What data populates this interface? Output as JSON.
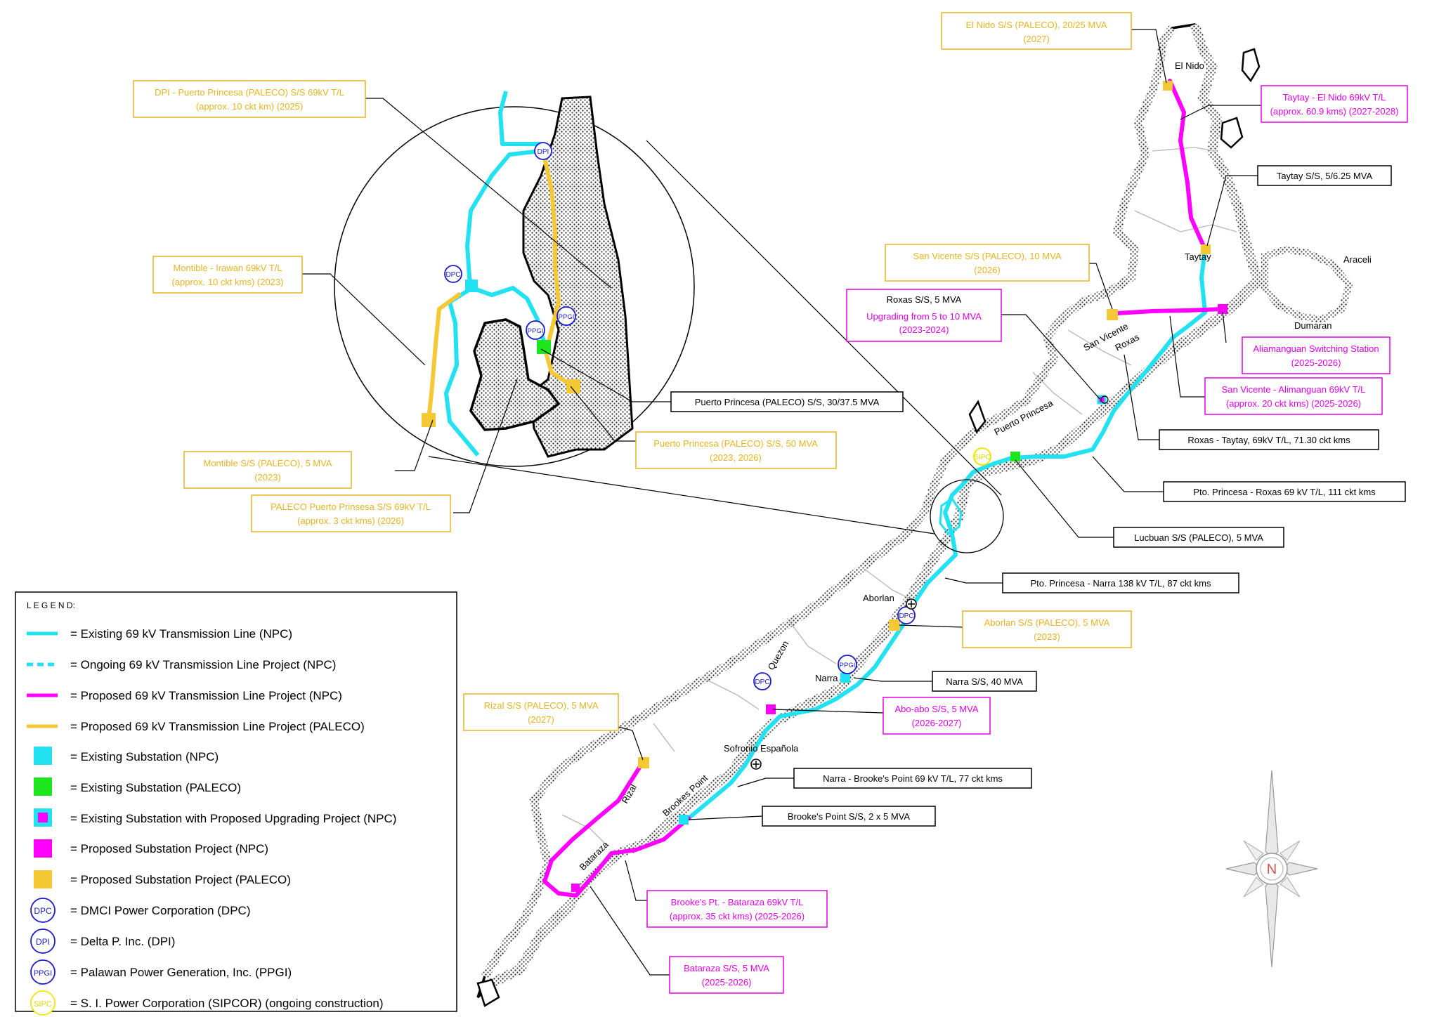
{
  "colors": {
    "existing_69kv": "#22e1f0",
    "proposed_npc": "#ff00ff",
    "proposed_paleco": "#f5c935",
    "existing_paleco_ss": "#1ee61e",
    "ipp_blue": "#1a1acc",
    "sipcor_yellow": "#f2e600",
    "label_black": "#000000",
    "label_magenta": "#e600e6",
    "label_gold": "#e6b422"
  },
  "places": {
    "el_nido": "El Nido",
    "taytay": "Taytay",
    "araceli": "Araceli",
    "dumaran": "Dumaran",
    "san_vicente": "San Vicente",
    "roxas": "Roxas",
    "puerto_princesa": "Puerto Princesa",
    "aborlan": "Aborlan",
    "quezon": "Quezon",
    "narra": "Narra",
    "sofronio_espanola": "Sofronio Española",
    "brookes_point": "Brookes Point",
    "rizal": "Rizal",
    "bataraza": "Bataraza"
  },
  "markers": {
    "dpi": "DPI",
    "dpc": "DPC",
    "ppgi": "PPGI",
    "sipc": "SIPC",
    "compass_n": "N"
  },
  "callouts": {
    "el_nido_ss": [
      "El Nido S/S (PALECO), 20/25 MVA",
      "(2027)"
    ],
    "taytay_el_nido": [
      "Taytay - El Nido 69kV T/L",
      "(approx. 60.9 kms) (2027-2028)"
    ],
    "taytay_ss": [
      "Taytay S/S, 5/6.25 MVA"
    ],
    "san_vicente_ss": [
      "San Vicente S/S (PALECO), 10 MVA",
      "(2026)"
    ],
    "roxas_ss": [
      "Roxas S/S, 5 MVA"
    ],
    "roxas_upgrade": [
      "Upgrading from 5 to 10 MVA",
      "(2023-2024)"
    ],
    "aliamanguan": [
      "Aliamanguan Switching Station",
      "(2025-2026)"
    ],
    "sv_alimanguan": [
      "San Vicente - Alimanguan 69kV T/L",
      "(approx. 20 ckt kms) (2025-2026)"
    ],
    "roxas_taytay": [
      "Roxas - Taytay, 69kV T/L, 71.30 ckt kms"
    ],
    "pp_roxas": [
      "Pto. Princesa - Roxas 69 kV T/L, 111 ckt kms"
    ],
    "lucbuan": [
      "Lucbuan S/S (PALECO), 5 MVA"
    ],
    "pp_narra": [
      "Pto. Princesa - Narra 138 kV T/L, 87 ckt kms"
    ],
    "aborlan_ss": [
      "Aborlan S/S (PALECO), 5 MVA",
      "(2023)"
    ],
    "narra_ss": [
      "Narra S/S, 40 MVA"
    ],
    "abo_abo": [
      "Abo-abo S/S, 5 MVA",
      "(2026-2027)"
    ],
    "rizal_ss": [
      "Rizal  S/S (PALECO), 5 MVA",
      "(2027)"
    ],
    "narra_bp": [
      "Narra - Brooke's Point 69 kV T/L, 77 ckt kms"
    ],
    "bp_ss": [
      "Brooke's Point S/S, 2 x 5 MVA"
    ],
    "bp_bataraza": [
      "Brooke's Pt. -  Bataraza 69kV T/L",
      "(approx. 35 ckt kms)  (2025-2026)"
    ],
    "bataraza_ss": [
      "Bataraza S/S, 5 MVA",
      "(2025-2026)"
    ],
    "dpi_pp_tl": [
      "DPI - Puerto Princesa (PALECO) S/S 69kV T/L",
      "(approx. 10 ckt km) (2025)"
    ],
    "montible_irawan": [
      "Montible - Irawan 69kV T/L",
      "(approx. 10 ckt kms) (2023)"
    ],
    "pp_paleco_ss": [
      "Puerto Princesa (PALECO) S/S, 30/37.5 MVA"
    ],
    "pp_paleco_50": [
      "Puerto Princesa (PALECO) S/S, 50 MVA",
      "(2023, 2026)"
    ],
    "montible_ss": [
      "Montible S/S (PALECO), 5 MVA",
      "(2023)"
    ],
    "paleco_pp_tl": [
      "PALECO Puerto Prinsesa S/S 69kV T/L",
      "(approx. 3 ckt kms) (2026)"
    ]
  },
  "legend": {
    "title": "L E G E N D:",
    "items": [
      "=  Existing 69 kV Transmission Line (NPC)",
      "=  Ongoing 69 kV Transmission Line Project (NPC)",
      "=  Proposed 69 kV Transmission Line Project (NPC)",
      "=  Proposed 69 kV Transmission Line Project (PALECO)",
      "=  Existing Substation (NPC)",
      "=  Existing Substation (PALECO)",
      "=  Existing Substation with Proposed Upgrading Project (NPC)",
      "=  Proposed Substation Project (NPC)",
      "=  Proposed Substation Project (PALECO)",
      "= DMCI Power Corporation (DPC)",
      "= Delta P. Inc. (DPI)",
      "=  Palawan Power Generation, Inc. (PPGI)",
      "=  S. I. Power Corporation (SIPCOR) (ongoing construction)"
    ]
  }
}
